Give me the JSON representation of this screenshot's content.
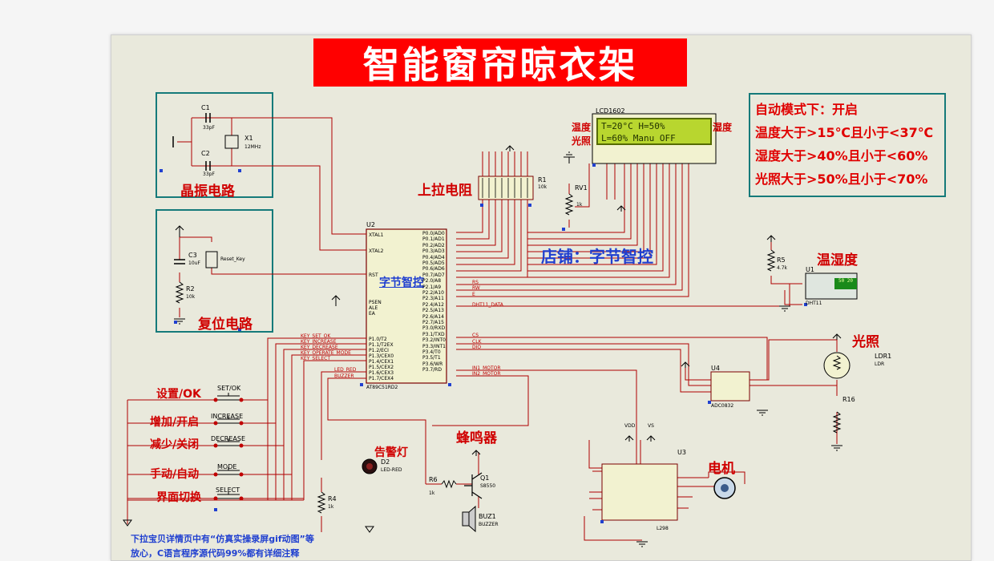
{
  "title": "智能窗帘晾衣架",
  "blocks": {
    "crystal": "晶振电路",
    "reset": "复位电路",
    "pullup": "上拉电阻",
    "shop": "店铺：字节智控",
    "mcu_label": "字节智控",
    "temp_hum": "温湿度",
    "light": "光照",
    "buzzer": "蜂鸣器",
    "alarm": "告警灯",
    "motor": "电机"
  },
  "lcd": {
    "name": "LCD1602",
    "line1": "T=20°C   H=50%",
    "line2": "L=60%  Manu  OFF",
    "left_top": "温度",
    "left_bottom": "光照",
    "right_top": "湿度"
  },
  "info": {
    "line1": "自动模式下：开启",
    "line2": "温度大于>15℃且小于<37℃",
    "line3": "湿度大于>40%且小于<60%",
    "line4": "光照大于>50%且小于<70%"
  },
  "buttons": [
    {
      "label": "设置/OK",
      "key": "SET/OK"
    },
    {
      "label": "增加/开启",
      "key": "INCREASE"
    },
    {
      "label": "减少/关闭",
      "key": "DECREASE"
    },
    {
      "label": "手动/自动",
      "key": "MODE"
    },
    {
      "label": "界面切换",
      "key": "SELECT"
    }
  ],
  "components": {
    "c1": "C1",
    "c1v": "33pF",
    "c2": "C2",
    "c2v": "33pF",
    "x1": "X1",
    "x1v": "12MHz",
    "c3": "C3",
    "c3v": "10uF",
    "r2": "R2",
    "r2v": "10k",
    "reset_key": "Reset_Key",
    "r1": "R1",
    "r1v": "10k",
    "rv1": "RV1",
    "rv1v": "1k",
    "u2": "U2",
    "u2v": "AT89C51RD2",
    "u1": "U1",
    "u1v": "DHT11",
    "r5": "R5",
    "r5v": "4.7k",
    "u4": "U4",
    "u4v": "ADC0832",
    "ldr1": "LDR1",
    "ldr1v": "LDR",
    "r16": "R16",
    "d2": "D2",
    "d2v": "LED-RED",
    "r4": "R4",
    "r4v": "1k",
    "r6": "R6",
    "r6v": "1k",
    "q1": "Q1",
    "q1v": "S8550",
    "buz1": "BUZ1",
    "buz1v": "BUZZER",
    "u3": "U3",
    "u3v": "L298",
    "vdd": "VDD",
    "vs": "VS",
    "dht_display": "50 20"
  },
  "mcu_pins_left": [
    "XTAL1",
    "XTAL2",
    "RST",
    "PSEN",
    "ALE",
    "EA",
    "P1.0/T2",
    "P1.1/T2EX",
    "P1.2/ECI",
    "P1.3/CEX0",
    "P1.4/CEX1",
    "P1.5/CEX2",
    "P1.6/CEX3",
    "P1.7/CEX4"
  ],
  "mcu_pins_right": [
    "P0.0/AD0",
    "P0.1/AD1",
    "P0.2/AD2",
    "P0.3/AD3",
    "P0.4/AD4",
    "P0.5/AD5",
    "P0.6/AD6",
    "P0.7/AD7",
    "P2.0/A8",
    "P2.1/A9",
    "P2.2/A10",
    "P2.3/A11",
    "P2.4/A12",
    "P2.5/A13",
    "P2.6/A14",
    "P2.7/A15",
    "P3.0/RXD",
    "P3.1/TXD",
    "P3.2/INT0",
    "P3.3/INT1",
    "P3.4/T0",
    "P3.5/T1",
    "P3.6/WR",
    "P3.7/RD"
  ],
  "nets": {
    "key_set": "KEY_SET_OK",
    "key_inc": "KEY_INCREASE",
    "key_dec": "KEY_DECREASE",
    "key_mode": "KEY_OPERATE_MODE",
    "key_sel": "KEY_SELECT",
    "led": "LED_RED",
    "buzzer": "BUZZER",
    "dht": "DHT11_DATA",
    "in1": "IN1_MOTOR",
    "in2": "IN2_MOTOR",
    "cs": "CS",
    "clk": "CLK",
    "dio": "DIO",
    "rs": "RS",
    "rw": "RW",
    "e": "E"
  },
  "note": {
    "line1": "下拉宝贝详情页中有“仿真实操录屏gif动图”等",
    "line2": "放心，C语言程序源代码99%都有详细注释"
  },
  "colors": {
    "wire": "#b00000",
    "box": "#157a7a",
    "banner": "#ff0000",
    "label": "#d00000",
    "accent": "#1f3fd0"
  }
}
